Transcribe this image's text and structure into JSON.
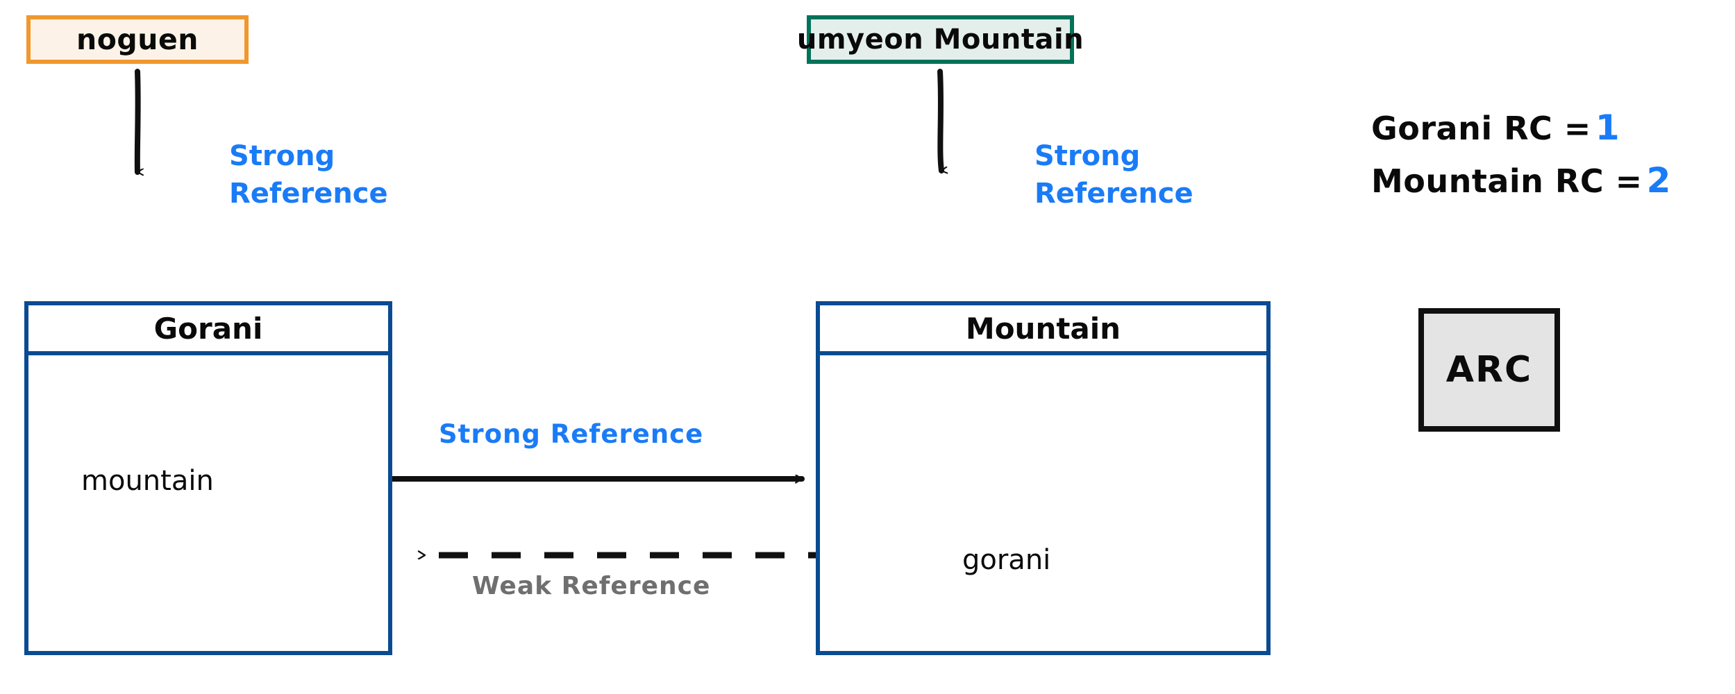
{
  "diagram": {
    "title": "ARC strong and weak reference diagram",
    "colors": {
      "instance_orange_border": "#f0982d",
      "instance_orange_fill": "#fdf2e7",
      "instance_green_border": "#00735a",
      "instance_green_fill": "#e4efec",
      "class_blue_border": "#0a4b92",
      "strong_ref_blue": "#1a7bf7",
      "weak_ref_gray": "#6f6f6f",
      "arrow_black": "#101010",
      "arc_fill": "#e4e4e4",
      "arc_border": "#101010"
    }
  },
  "instances": [
    {
      "name": "noguen",
      "label": "noguen"
    },
    {
      "name": "umyeon-mountain",
      "label": "umyeon Mountain"
    }
  ],
  "classes": [
    {
      "name": "gorani",
      "title": "Gorani",
      "properties": [
        {
          "label": "mountain"
        }
      ]
    },
    {
      "name": "mountain",
      "title": "Mountain",
      "properties": [
        {
          "label": "gorani"
        }
      ]
    }
  ],
  "edges": {
    "noguen_to_gorani": {
      "label_line1": "Strong",
      "label_line2": "Reference",
      "kind": "strong"
    },
    "umyeon_to_mountain": {
      "label_line1": "Strong",
      "label_line2": "Reference",
      "kind": "strong"
    },
    "gorani_to_mountain": {
      "label": "Strong  Reference",
      "kind": "strong"
    },
    "mountain_to_gorani": {
      "label": "Weak  Reference",
      "kind": "weak"
    }
  },
  "reference_counts": [
    {
      "name": "gorani-rc",
      "label": "Gorani RC =",
      "value": "1"
    },
    {
      "name": "mountain-rc",
      "label": "Mountain RC =",
      "value": "2"
    }
  ],
  "badge": {
    "label": "ARC"
  }
}
